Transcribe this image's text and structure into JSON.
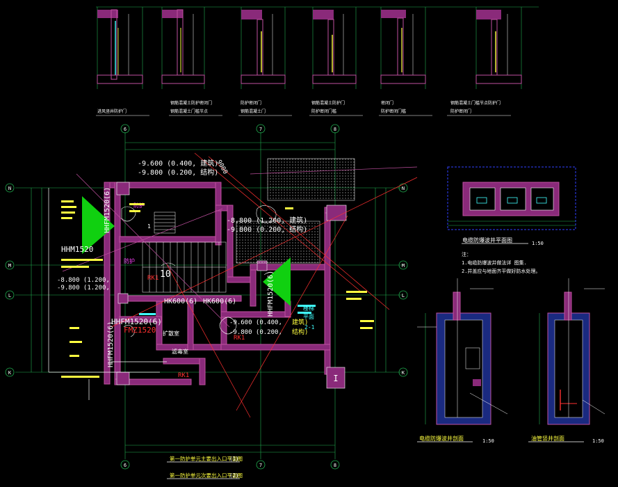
{
  "colors": {
    "background": "#000000",
    "wall": "#c050a0",
    "wall_fill": "#8a2a7a",
    "grid_line": "#20b050",
    "axis_bubble": "#20b050",
    "text_white": "#ffffff",
    "text_yellow": "#ffff40",
    "text_cyan": "#40ffff",
    "text_green": "#40ff40",
    "text_magenta": "#ff40ff",
    "dim_red": "#ff3030",
    "blue_frame": "#3040ff",
    "triangle": "#10d010"
  },
  "axes": {
    "vertical": [
      "6",
      "7",
      "8"
    ],
    "horizontal_left": [
      "N",
      "M",
      "L",
      "K"
    ],
    "horizontal_right": [
      "N",
      "M",
      "L",
      "K"
    ]
  },
  "elevations": {
    "top_left": [
      "-9.600 (0.400, 建筑)",
      "-9.800 (0.200, 结构)"
    ],
    "mid": [
      "-8.800 (1.200, 建筑)",
      "-9.800 (0.200, 结构)"
    ],
    "left": [
      "-8.800 (1.200,",
      "-9.800 (1.200,"
    ],
    "lower": [
      "-9.600 (0.400,",
      "-9.800 (0.200,"
    ],
    "lower_suffix": [
      "建筑)",
      "结构)"
    ]
  },
  "door_labels": {
    "hhfm_top": "HHFM1520(6)",
    "hhm_left": "HHM1520",
    "hhfm_mid": "HHFM1520(6)",
    "fmz": "FMZ1520",
    "hhfm_lower": "HHFM1520(6)",
    "hk1": "HK600(6)",
    "hk2": "HK600(6)",
    "hhm_right": "HHFM1520(6)",
    "rk": "RK1",
    "rk2": "RK1",
    "rk3": "RK1",
    "col_i": "I",
    "stair_num": "1",
    "room_num": "10"
  },
  "room_labels": {
    "a": "防护",
    "b": "防护",
    "c": "扩散室",
    "d": "滤毒室",
    "e": "楼梯",
    "f": "平面",
    "g": "2-1"
  },
  "section_captions": [
    "进风竖井防护门",
    "钢筋混凝土防护密闭门",
    "防护密闭门",
    "钢筋混凝土防护门",
    "密闭门",
    "钢筋混凝土门槛节点防护门"
  ],
  "section_captions_2": [
    "",
    "钢筋混凝土门槛节点",
    "钢筋混凝土门",
    "防护密闭门槛",
    "防护密闭门槛",
    "防护密闭门"
  ],
  "shaft_plan": {
    "title": "电缆防爆波井平面图",
    "scale": "1:50",
    "notes": [
      "注：",
      "1.电缆防爆波井做法详   图集.",
      "2.井盖应与地面齐平做好防水处理。"
    ]
  },
  "shaft_section_left": {
    "title": "电缆防爆波井剖面",
    "scale": "1:50"
  },
  "shaft_section_right": {
    "title": "油管竖井剖面",
    "scale": "1:50"
  },
  "plan_titles": [
    "第一防护单元主要出入口平面图",
    "第一防护单元次要出入口平面图"
  ],
  "plan_title_suffix": [
    "(1)",
    "(2)"
  ],
  "tag_9000": "9000"
}
